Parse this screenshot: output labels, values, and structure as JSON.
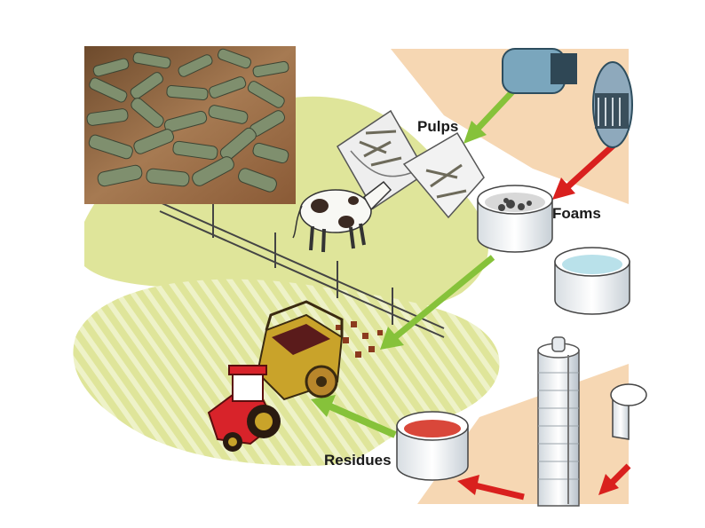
{
  "labels": {
    "pulps": "Pulps",
    "foams": "Foams",
    "residues": "Residues"
  },
  "colors": {
    "field_light": "#dfe59a",
    "field_mid": "#cfd97a",
    "factory_floor": "#f6d7b3",
    "green_arrow": "#86c23a",
    "red_arrow": "#d9201e",
    "tractor_red": "#d8232a",
    "tractor_trailer": "#c9a32a",
    "cow_spots": "#3b2a22",
    "pellets": "#7f8f6e",
    "water": "#b9e1ea",
    "residue_red": "#d9473a"
  },
  "icons": [
    "pellets-photo",
    "cow-icon",
    "tractor-icon",
    "feed-trough-icon",
    "tank-icon",
    "silo-icon",
    "fence-icon",
    "arrow-icon"
  ]
}
